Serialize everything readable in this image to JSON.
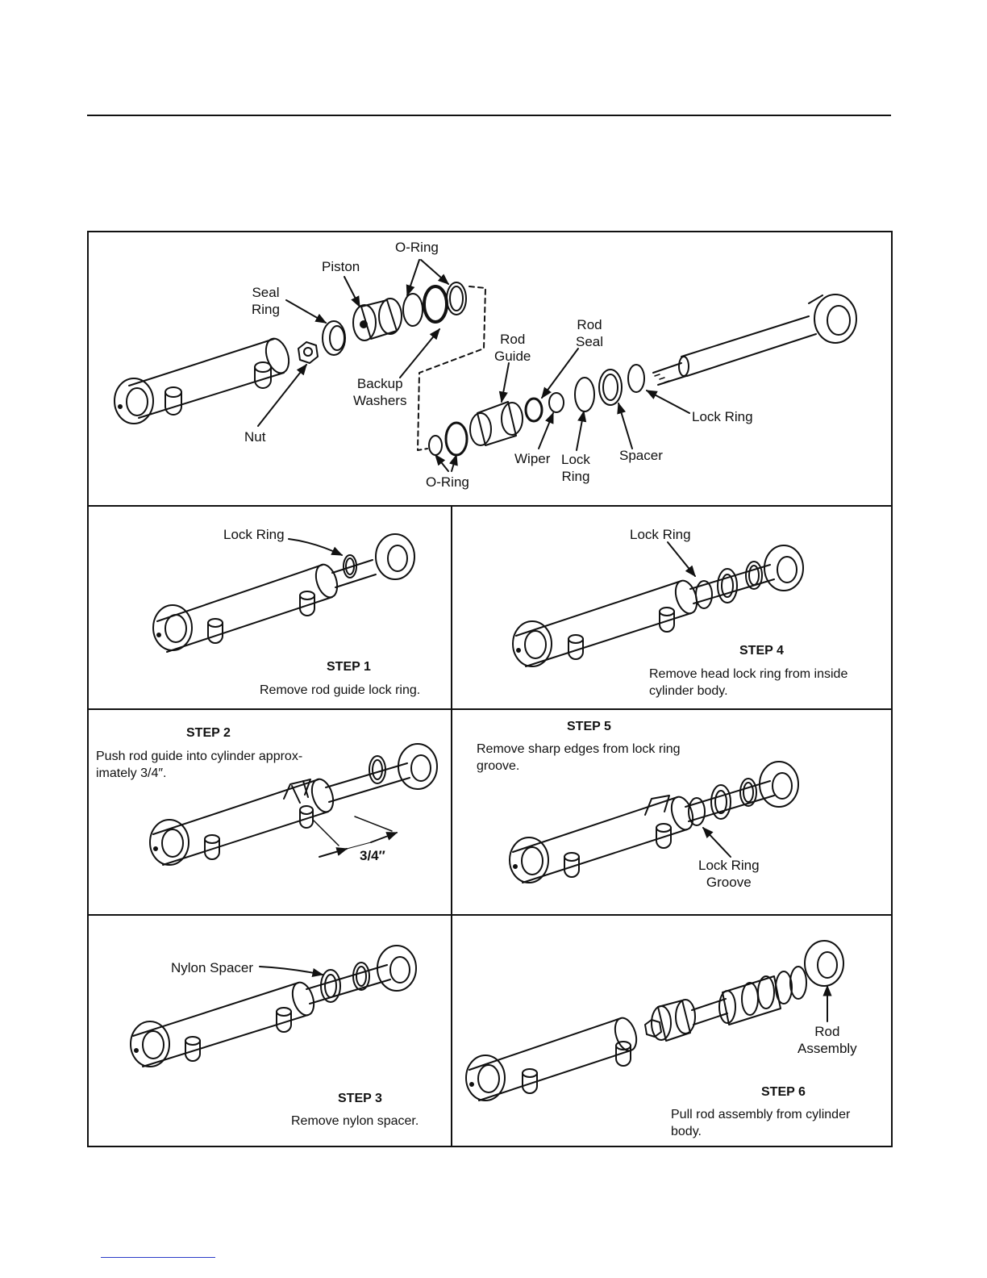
{
  "exploded": {
    "o_ring_top": "O-Ring",
    "piston": "Piston",
    "seal_ring": "Seal\nRing",
    "rod_seal": "Rod\nSeal",
    "rod_guide": "Rod\nGuide",
    "backup_washers": "Backup\nWashers",
    "nut": "Nut",
    "lock_ring_right": "Lock Ring",
    "wiper": "Wiper",
    "lock_ring_bottom": "Lock\nRing",
    "spacer": "Spacer",
    "o_ring_bottom": "O-Ring"
  },
  "steps": [
    {
      "title": "STEP 1",
      "text": "Remove rod guide lock ring.",
      "label": "Lock Ring"
    },
    {
      "title": "STEP 2",
      "text": "Push rod guide into cylinder approx-\nimately 3/4″.",
      "dim": "3/4″"
    },
    {
      "title": "STEP 3",
      "text": "Remove nylon spacer.",
      "label": "Nylon Spacer"
    },
    {
      "title": "STEP 4",
      "text": "Remove head lock ring from inside\ncylinder body.",
      "label": "Lock Ring"
    },
    {
      "title": "STEP 5",
      "text": "Remove sharp edges from lock ring\ngroove.",
      "label": "Lock Ring\nGroove"
    },
    {
      "title": "STEP 6",
      "text": "Pull rod assembly from cylinder\nbody.",
      "label": "Rod\nAssembly"
    }
  ]
}
